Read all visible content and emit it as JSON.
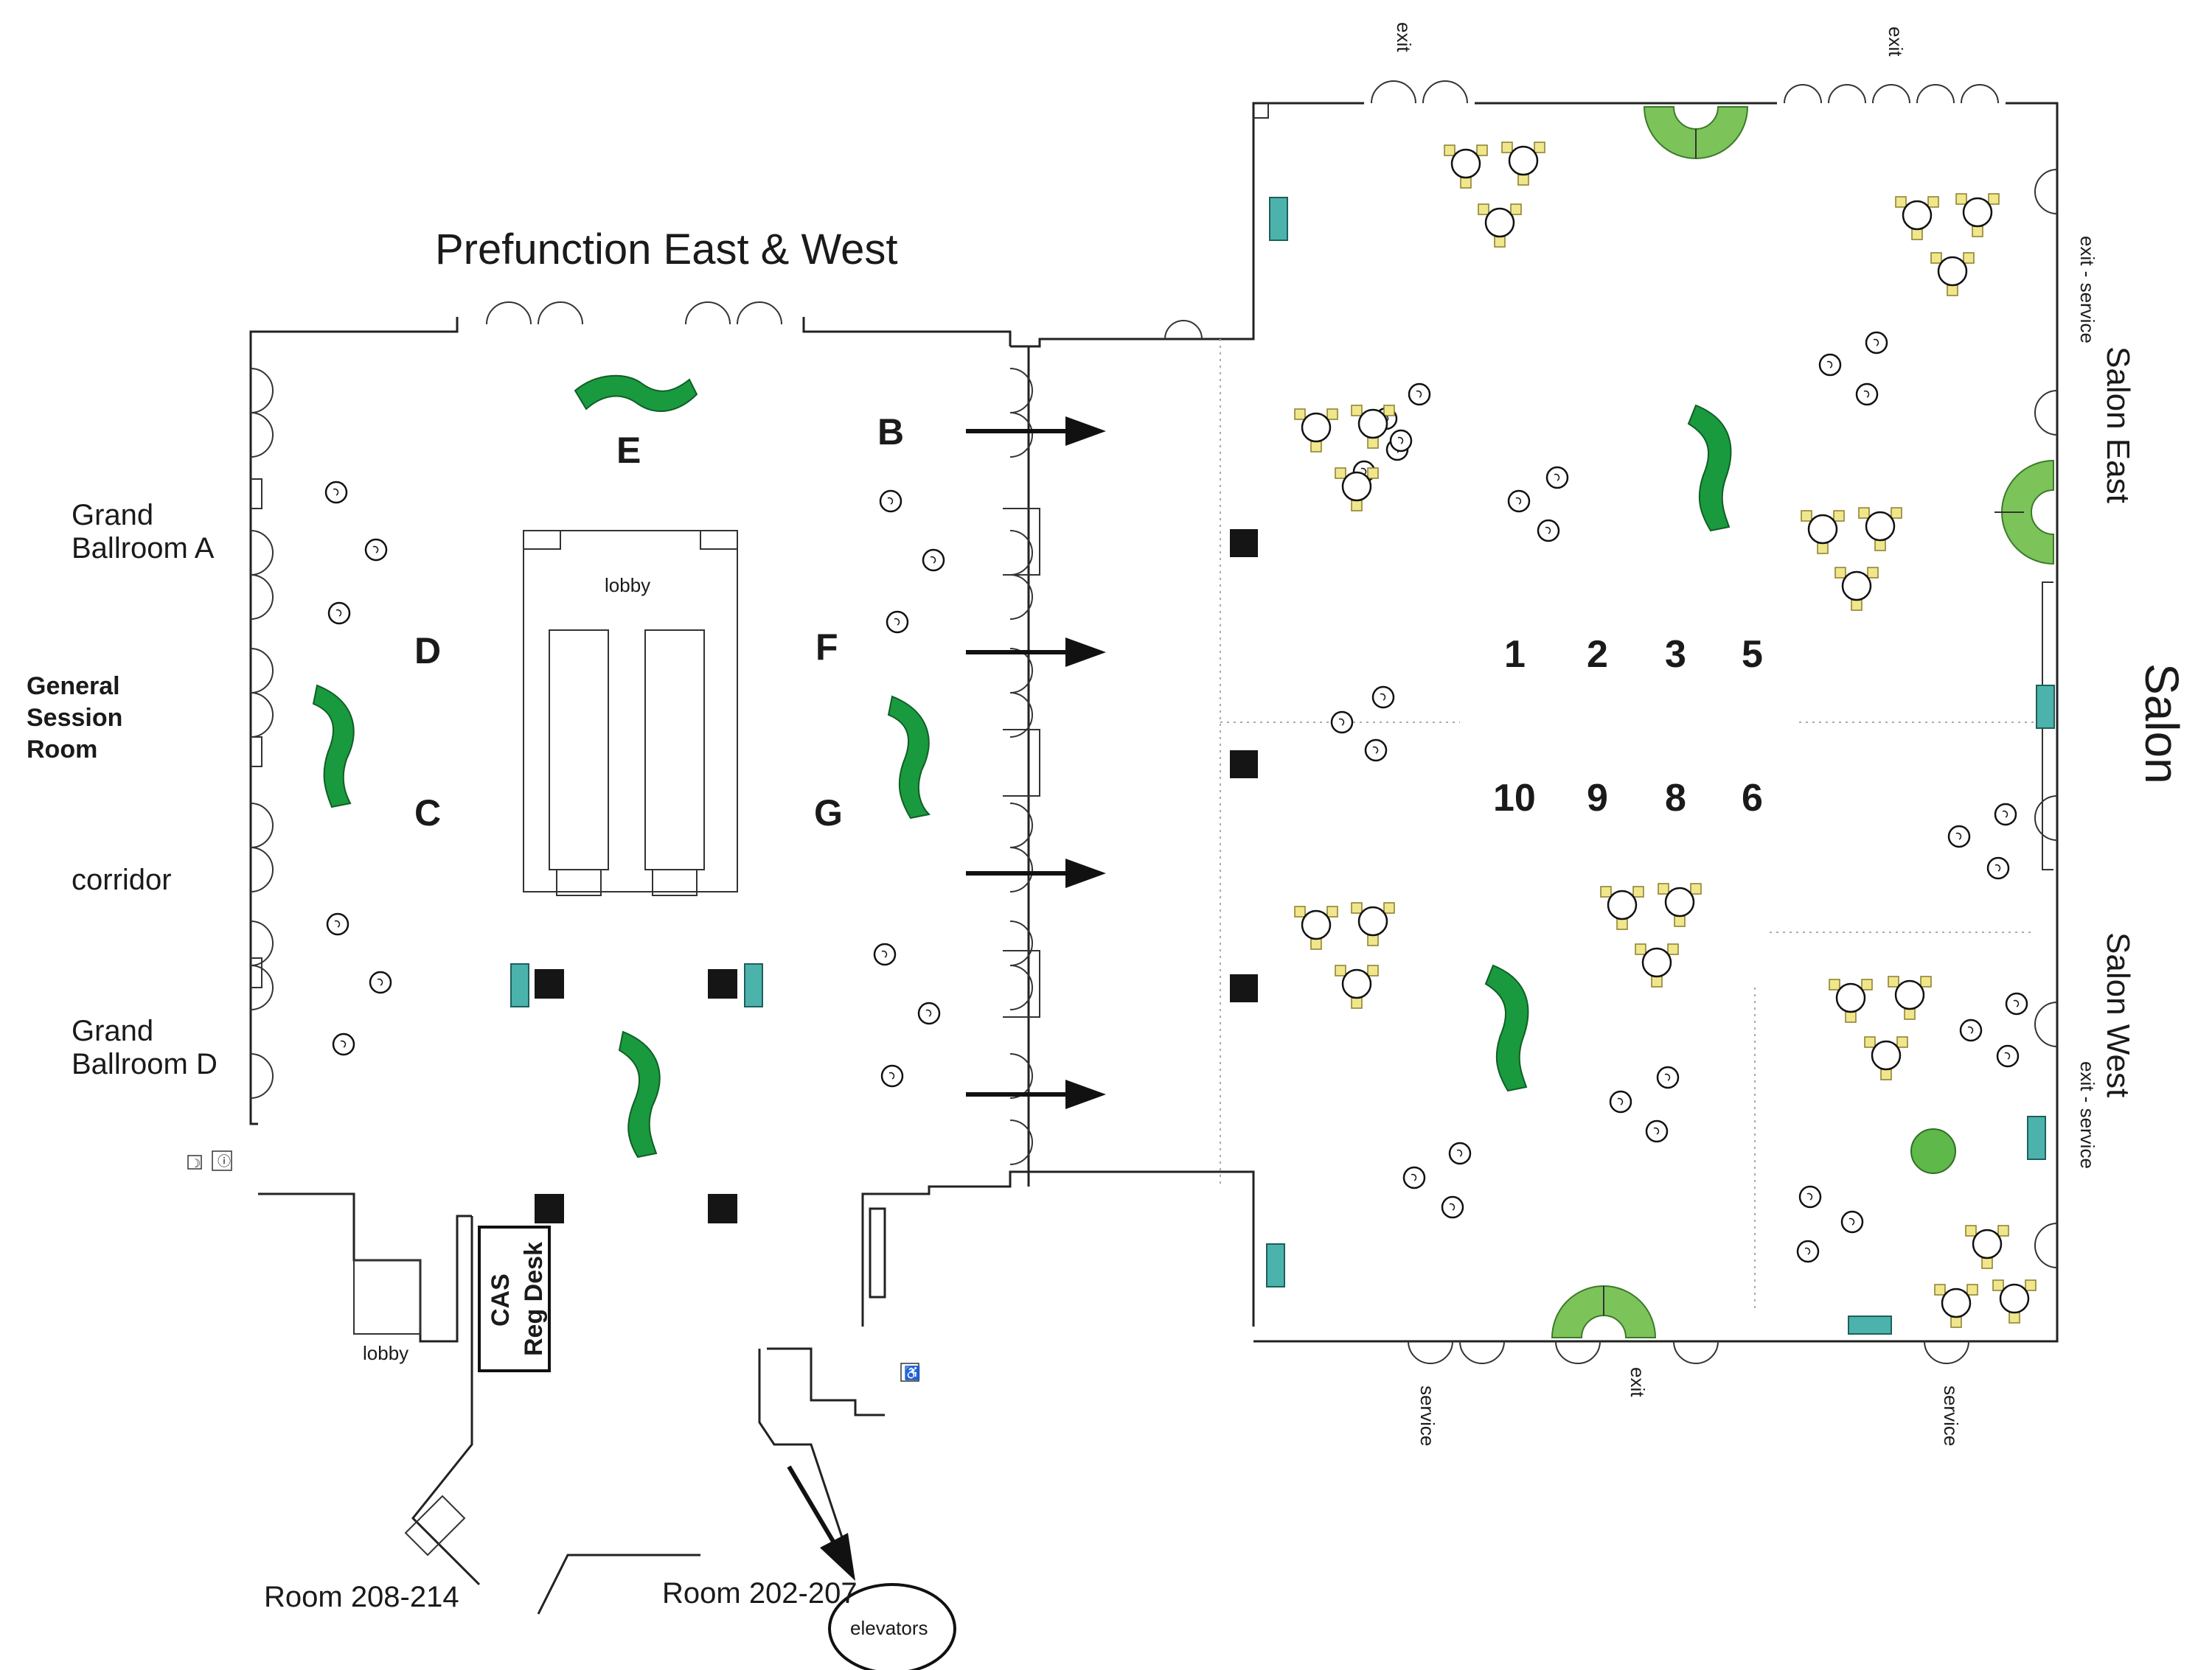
{
  "map": {
    "title": "Prefunction East & West",
    "rooms": {
      "grand_ballroom_a": [
        "Grand",
        "Ballroom A"
      ],
      "grand_ballroom_d": [
        "Grand",
        "Ballroom D"
      ],
      "general_session": [
        "General",
        "Session",
        "Room"
      ],
      "corridor": "corridor",
      "lobby_center": "lobby",
      "lobby_bottom": "lobby",
      "reg_desk": [
        "CAS",
        "Reg Desk"
      ],
      "room_208": "Room 208-214",
      "room_202": "Room 202-207",
      "elevators": "elevators",
      "salon": "Salon",
      "salon_east": "Salon East",
      "salon_west": "Salon West"
    },
    "zone_letters": [
      "B",
      "C",
      "D",
      "E",
      "F",
      "G"
    ],
    "booth_numbers_top": [
      "1",
      "2",
      "3",
      "5"
    ],
    "booth_numbers_bottom": [
      "10",
      "9",
      "8",
      "6"
    ],
    "door_labels": {
      "exit_top_left": "exit",
      "exit_top_right": "exit",
      "exit_service_right_top": "exit - service",
      "exit_service_right_bottom": "exit - service",
      "service_bottom_left": "service",
      "exit_bottom": "exit",
      "service_bottom_right": "service"
    },
    "colors": {
      "station_dark": "#1a9a3e",
      "station_light": "#7cc45a",
      "teal_table": "#4bb3ac",
      "wall": "#222222"
    }
  }
}
